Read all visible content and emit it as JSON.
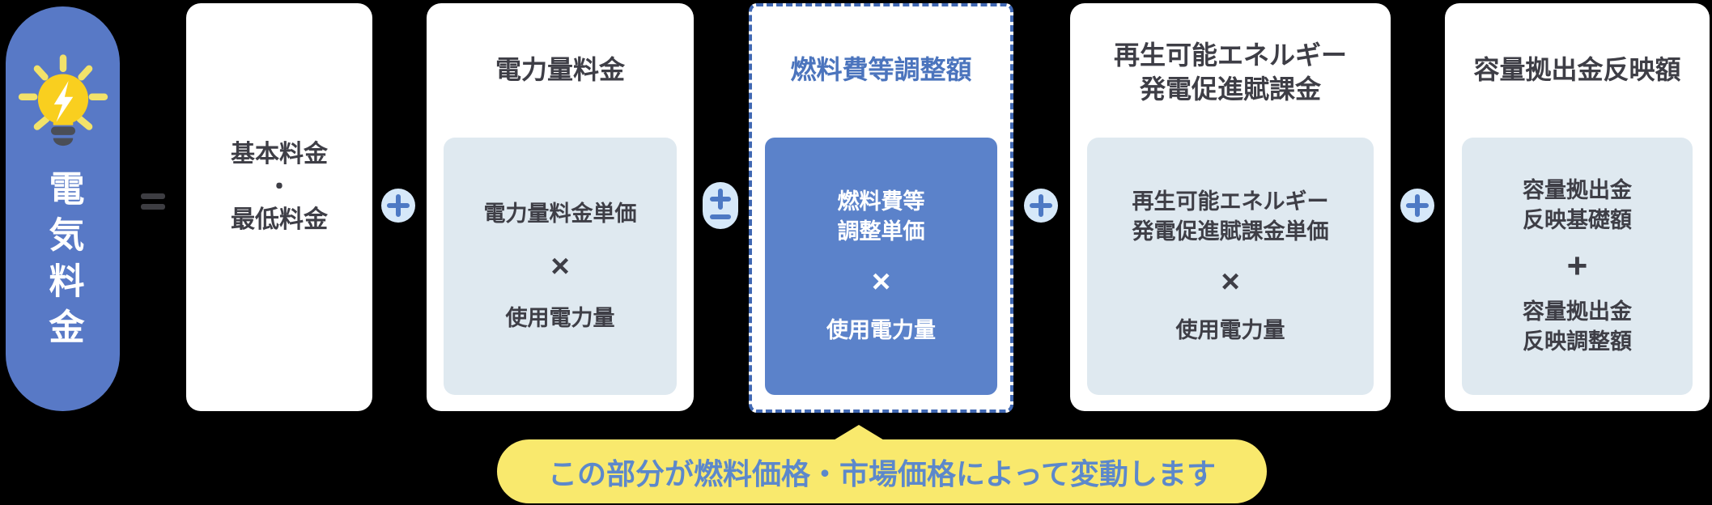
{
  "result_pill": {
    "label": "電気料金",
    "icon": "lightbulb-bolt-icon",
    "bg": "#5879C6"
  },
  "operators": {
    "equals": "=",
    "between": [
      "+",
      "±",
      "+",
      "+"
    ]
  },
  "cards": [
    {
      "name": "basic-fee",
      "body": "基本料金\n・\n最低料金"
    },
    {
      "name": "energy-charge",
      "title": "電力量料金",
      "box_top": "電力量料金単価",
      "box_op": "×",
      "box_bottom": "使用電力量"
    },
    {
      "name": "fuel-cost-adjustment",
      "title": "燃料費等調整額",
      "highlighted": true,
      "box_top": "燃料費等\n調整単価",
      "box_op": "×",
      "box_bottom": "使用電力量"
    },
    {
      "name": "renewable-energy-levy",
      "title": "再生可能エネルギー\n発電促進賦課金",
      "box_top": "再生可能エネルギー\n発電促進賦課金単価",
      "box_op": "×",
      "box_bottom": "使用電力量"
    },
    {
      "name": "capacity-contribution",
      "title": "容量拠出金反映額",
      "box_top": "容量拠出金\n反映基礎額",
      "box_op": "+",
      "box_bottom": "容量拠出金\n反映調整額"
    }
  ],
  "callout": {
    "text": "この部分が燃料価格・市場価格によって変動します"
  },
  "colors": {
    "accent_blue": "#5879C6",
    "box_blue": "#5B82CA",
    "box_gray": "#DFE9F0",
    "dashed_border_blue": "#4068B3",
    "highlight_title_blue": "#4B74BD",
    "operator_blue": "#4D79C4",
    "operator_circle_bg": "#D6E8F9",
    "text_dark": "#3E3E46",
    "callout_yellow": "#F9E96D",
    "callout_text_blue": "#5C88CB",
    "bulb_yellow": "#F9CF1F",
    "ray_yellow": "#F2E26A",
    "bulb_base_gray": "#4A4E57"
  }
}
